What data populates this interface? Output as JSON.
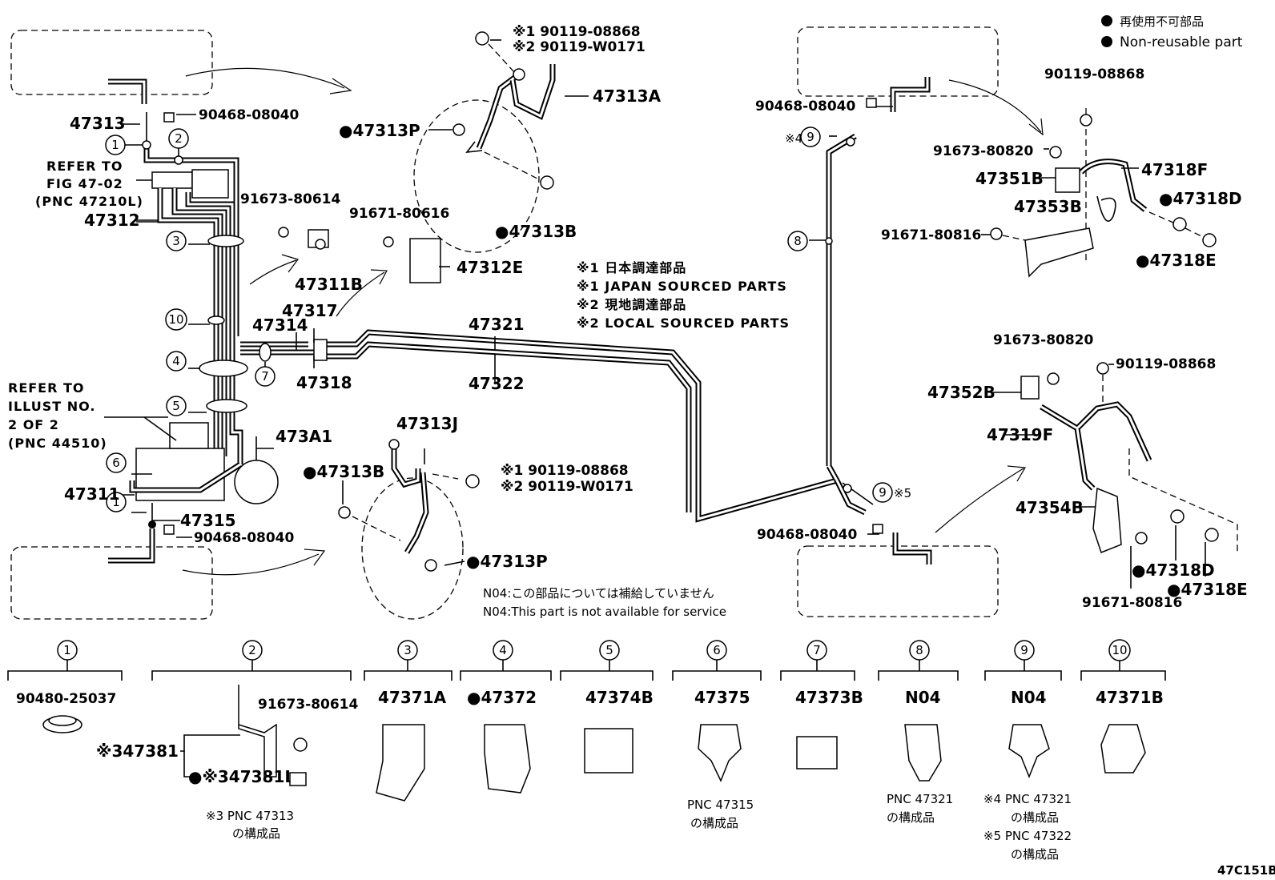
{
  "legend": {
    "jp": "再使用不可部品",
    "en": "Non-reusable part"
  },
  "figure_code": "47C151B",
  "notes": {
    "jp_sourced_jp": "※1 日本調達部品",
    "jp_sourced_en": "※1 JAPAN SOURCED PARTS",
    "local_sourced_jp": "※2 現地調達部品",
    "local_sourced_en": "※2 LOCAL SOURCED PARTS",
    "n04_jp": "N04:この部品については補給していません",
    "n04_en": "N04:This part is not available for service"
  },
  "refer_fig": [
    "REFER TO",
    "FIG 47-02",
    "(PNC 47210L)"
  ],
  "refer_illust": [
    "REFER TO",
    "ILLUST NO.",
    "2 OF 2",
    "(PNC 44510)"
  ],
  "labels": {
    "p47313": "47313",
    "p90468_a": "90468-08040",
    "p47312": "47312",
    "p91673_80614": "91673-80614",
    "p47311B": "47311B",
    "p91671_80616": "91671-80616",
    "p47312E": "47312E",
    "p47317": "47317",
    "p47314": "47314",
    "p47318": "47318",
    "p473A1": "473A1",
    "p47311": "47311",
    "p47315": "47315",
    "p90468_b": "90468-08040",
    "p_fl_bolt1": "※1 90119-08868",
    "p_fl_bolt2": "※2 90119-W0171",
    "p47313A": "47313A",
    "p47313P_top": "●47313P",
    "p47313B_top": "●47313B",
    "p47321": "47321",
    "p47322": "47322",
    "p47313J": "47313J",
    "p_rl_bolt1": "※1 90119-08868",
    "p_rl_bolt2": "※2 90119-W0171",
    "p47313B_bot": "●47313B",
    "p47313P_bot": "●47313P",
    "p90468_c": "90468-08040",
    "p_x4": "※4",
    "p_x5": "※5",
    "p90468_d": "90468-08040",
    "p90119_08868_a": "90119-08868",
    "p91673_80820_a": "91673-80820",
    "p47351B": "47351B",
    "p47318F": "47318F",
    "p47353B": "47353B",
    "p47318D_a": "●47318D",
    "p91671_80816_a": "91671-80816",
    "p47318E_a": "●47318E",
    "p91673_80820_b": "91673-80820",
    "p90119_08868_b": "90119-08868",
    "p47352B": "47352B",
    "p47319F": "47319F",
    "p47354B": "47354B",
    "p47318D_b": "●47318D",
    "p47318E_b": "●47318E",
    "p91671_80816_b": "91671-80816"
  },
  "callouts": {
    "c1a": "1",
    "c2": "2",
    "c3": "3",
    "c10": "10",
    "c4": "4",
    "c5": "5",
    "c7": "7",
    "c6": "6",
    "c1b": "1",
    "c9a": "9",
    "c8": "8",
    "c9b": "9"
  },
  "bottom_items": [
    {
      "num": "1",
      "part": "90480-25037"
    },
    {
      "num": "2",
      "part": "",
      "sub1": "91673-80614",
      "sub2": "※347381",
      "sub3": "●※347381L",
      "note1": "※3 PNC 47313",
      "note2": "の構成品"
    },
    {
      "num": "3",
      "part": "47371A"
    },
    {
      "num": "4",
      "part": "●47372"
    },
    {
      "num": "5",
      "part": "47374B"
    },
    {
      "num": "6",
      "part": "47375",
      "note1": "PNC 47315",
      "note2": "の構成品"
    },
    {
      "num": "7",
      "part": "47373B"
    },
    {
      "num": "8",
      "part": "N04",
      "note1": "PNC 47321",
      "note2": "の構成品"
    },
    {
      "num": "9",
      "part": "N04",
      "note1": "※4 PNC 47321",
      "note2": "の構成品",
      "note3": "※5 PNC 47322",
      "note4": "の構成品"
    },
    {
      "num": "10",
      "part": "47371B"
    }
  ]
}
